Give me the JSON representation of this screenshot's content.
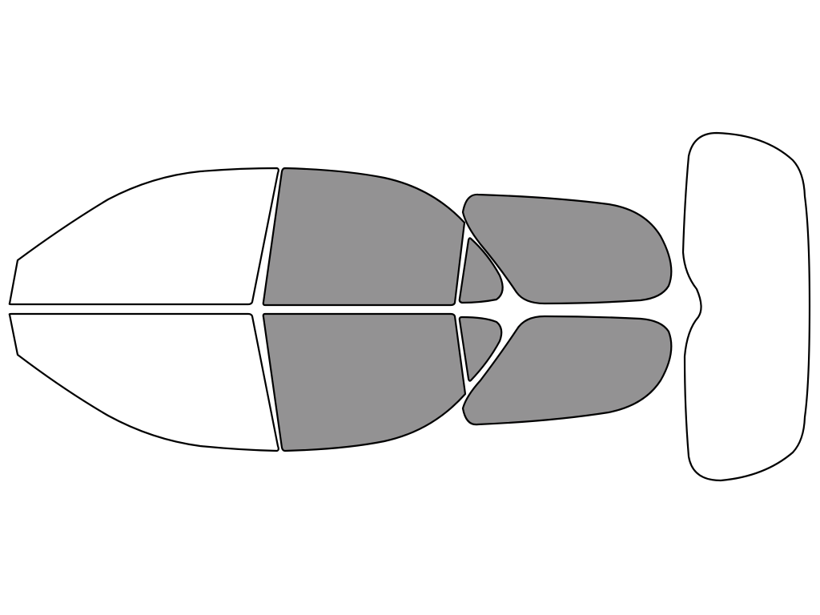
{
  "colors": {
    "background": "#ffffff",
    "outline": "#000000",
    "tinted": "#939293",
    "untinted": "#ffffff"
  },
  "panes": [
    {
      "id": "windshield-top-half",
      "tinted": false
    },
    {
      "id": "windshield-bottom-half",
      "tinted": false
    },
    {
      "id": "front-door-window-top",
      "tinted": true
    },
    {
      "id": "front-door-window-bottom",
      "tinted": true
    },
    {
      "id": "front-vent-window-top",
      "tinted": true
    },
    {
      "id": "front-vent-window-bottom",
      "tinted": true
    },
    {
      "id": "rear-door-window-top",
      "tinted": true
    },
    {
      "id": "rear-door-window-bottom",
      "tinted": true
    },
    {
      "id": "rear-window",
      "tinted": false
    }
  ]
}
